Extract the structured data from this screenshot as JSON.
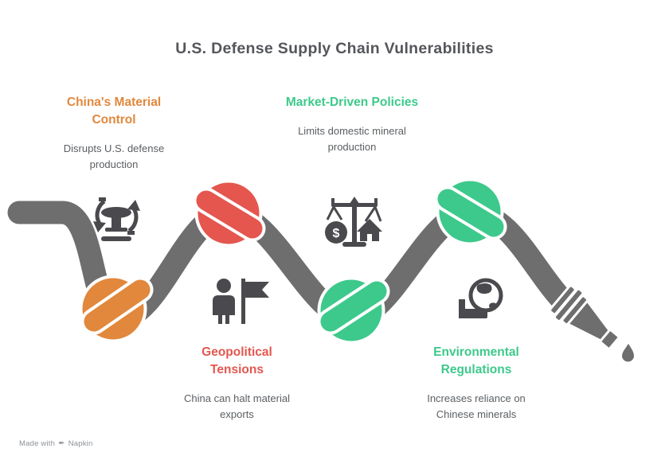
{
  "title": "U.S. Defense Supply Chain Vulnerabilities",
  "items": [
    {
      "heading": "China's Material Control",
      "description": "Disrupts U.S. defense production",
      "color": "#E1883D",
      "icon": "production-machine-icon"
    },
    {
      "heading": "Market-Driven Policies",
      "description": "Limits domestic mineral production",
      "color": "#3DC98B",
      "icon": "balance-scale-dollar-house-icon"
    },
    {
      "heading": "Geopolitical Tensions",
      "description": "China can halt material exports",
      "color": "#E4564E",
      "icon": "person-flag-icon"
    },
    {
      "heading": "Environmental Regulations",
      "description": "Increases reliance on Chinese minerals",
      "color": "#3DC98B",
      "icon": "globe-gavel-icon"
    }
  ],
  "colors": {
    "hose": "#6E6E6E",
    "hose_outline": "#FFFFFF",
    "icon": "#4A4A4E",
    "title_text": "#54565A",
    "body_text": "#5B5F63"
  },
  "glyphs": {
    "dollar_sign": "$"
  },
  "footer": {
    "made_with": "Made with",
    "brand": "Napkin"
  }
}
